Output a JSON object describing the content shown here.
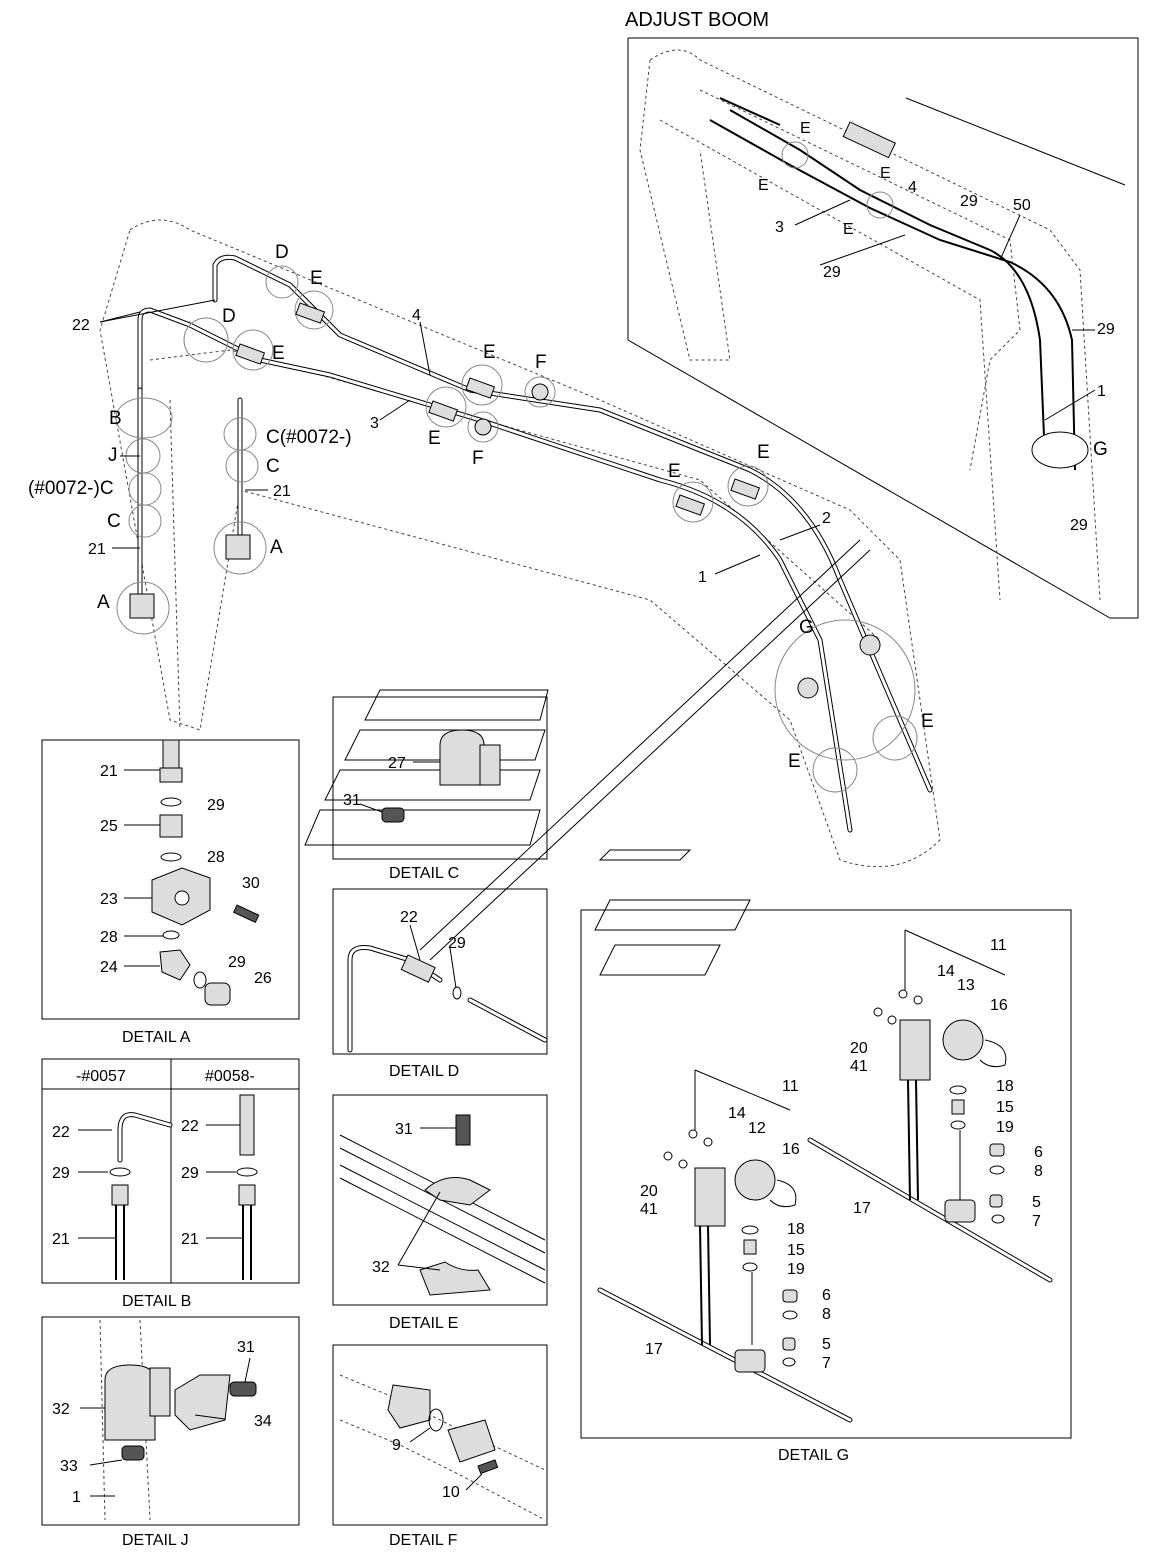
{
  "title": "ADJUST BOOM",
  "details": {
    "a": "DETAIL  A",
    "b": "DETAIL  B",
    "c": "DETAIL  C",
    "d": "DETAIL  D",
    "e": "DETAIL  E",
    "f": "DETAIL  F",
    "g": "DETAIL  G",
    "j": "DETAIL  J"
  },
  "detail_b_headers": [
    "-#0057",
    "#0058-"
  ],
  "main_view": {
    "circle_letters": {
      "d1": "D",
      "d2": "D",
      "e1": "E",
      "e2": "E",
      "e3": "E",
      "e4": "E",
      "e5": "E",
      "e6": "E",
      "e7": "E",
      "e8": "E",
      "f1": "F",
      "f2": "F",
      "g": "G",
      "a1": "A",
      "a2": "A",
      "b": "B",
      "j": "J",
      "c1": "C(#0072-)",
      "c2": "C",
      "c3": "(#0072-)C",
      "c4": "C"
    },
    "part_numbers": {
      "p22": "22",
      "p4": "4",
      "p3": "3",
      "p2": "2",
      "p1": "1",
      "p21a": "21",
      "p21b": "21"
    }
  },
  "inset_view": {
    "letters": {
      "e1": "E",
      "e2": "E",
      "e3": "E",
      "e4": "E",
      "g": "G"
    },
    "numbers": {
      "n4": "4",
      "n29a": "29",
      "n3": "3",
      "n50": "50",
      "n29b": "29",
      "n29c": "29",
      "n1": "1",
      "n29d": "29"
    }
  },
  "detail_a_numbers": {
    "n21": "21",
    "n29a": "29",
    "n25": "25",
    "n28a": "28",
    "n23": "23",
    "n30": "30",
    "n28b": "28",
    "n24": "24",
    "n29b": "29",
    "n26": "26"
  },
  "detail_b_numbers": {
    "n22a": "22",
    "n29a": "29",
    "n21a": "21",
    "n22b": "22",
    "n29b": "29",
    "n21b": "21"
  },
  "detail_c_numbers": {
    "n27": "27",
    "n31": "31"
  },
  "detail_d_numbers": {
    "n22": "22",
    "n29": "29"
  },
  "detail_e_numbers": {
    "n31": "31",
    "n32": "32"
  },
  "detail_f_numbers": {
    "n9": "9",
    "n10": "10"
  },
  "detail_j_numbers": {
    "n31": "31",
    "n32": "32",
    "n34": "34",
    "n33": "33",
    "n1": "1"
  },
  "detail_g_numbers": {
    "a11": "11",
    "a14": "14",
    "a13": "13",
    "a16": "16",
    "a20": "20",
    "a41": "41",
    "a18": "18",
    "a15": "15",
    "a19": "19",
    "a6": "6",
    "a8": "8",
    "a17": "17",
    "a5": "5",
    "a7": "7",
    "b11": "11",
    "b14": "14",
    "b12": "12",
    "b16": "16",
    "b20": "20",
    "b41": "41",
    "b18": "18",
    "b15": "15",
    "b19": "19",
    "b6": "6",
    "b8": "8",
    "b17": "17",
    "b5": "5",
    "b7": "7"
  }
}
